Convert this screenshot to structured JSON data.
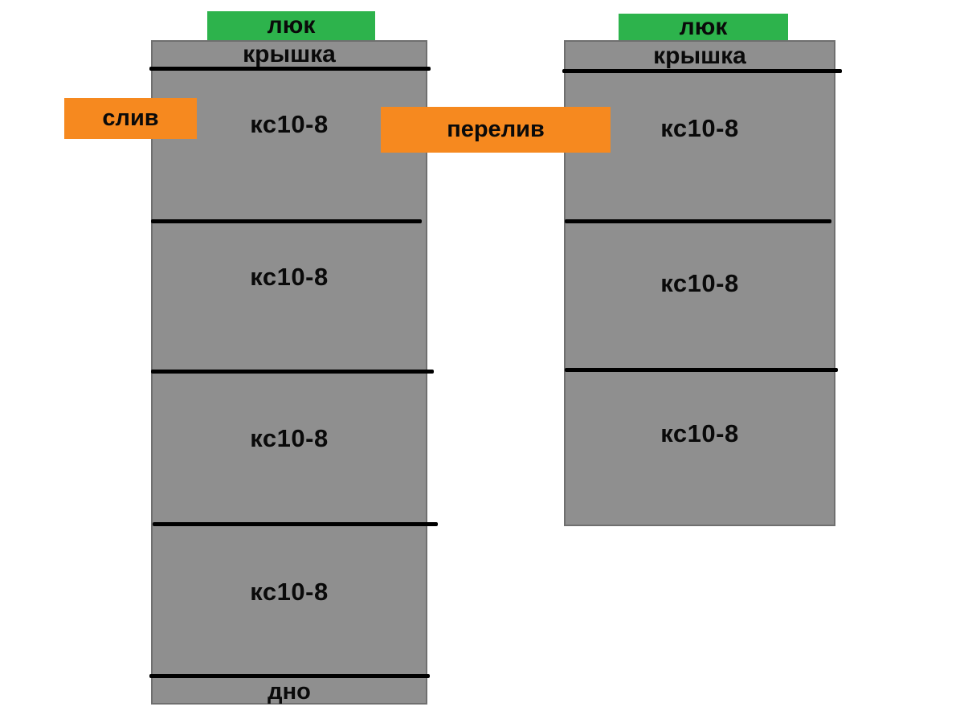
{
  "diagram_title": "septic-well-ring-stacks",
  "colors": {
    "ring_gray": "#8f8f8f",
    "tank_border": "#6f6f6f",
    "hatch_green": "#2db34c",
    "label_orange": "#f6891f",
    "line_black": "#000000",
    "text_black": "#0a0a0a",
    "background": "#ffffff"
  },
  "tank1": {
    "hatch": "люк",
    "cap": "крышка",
    "sections": [
      "кс10-8",
      "кс10-8",
      "кс10-8",
      "кс10-8"
    ],
    "bottom": "дно"
  },
  "tank2": {
    "hatch": "люк",
    "cap": "крышка",
    "sections": [
      "кс10-8",
      "кс10-8",
      "кс10-8"
    ]
  },
  "labels": {
    "drain": "слив",
    "overflow": "перелив"
  }
}
